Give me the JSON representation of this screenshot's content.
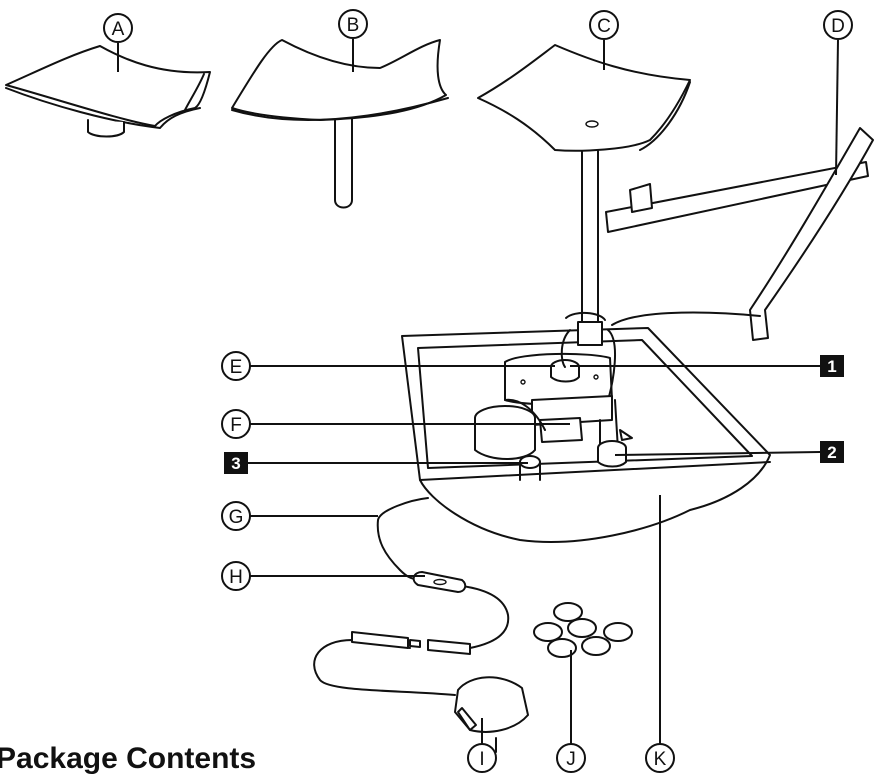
{
  "heading": "Package Contents",
  "letter_labels": {
    "A": "A",
    "B": "B",
    "C": "C",
    "D": "D",
    "E": "E",
    "F": "F",
    "G": "G",
    "H": "H",
    "I": "I",
    "J": "J",
    "K": "K"
  },
  "number_labels": {
    "n1": "1",
    "n2": "2",
    "n3": "3"
  },
  "colors": {
    "ink": "#111111",
    "paper": "#ffffff",
    "badge": "#111111"
  }
}
